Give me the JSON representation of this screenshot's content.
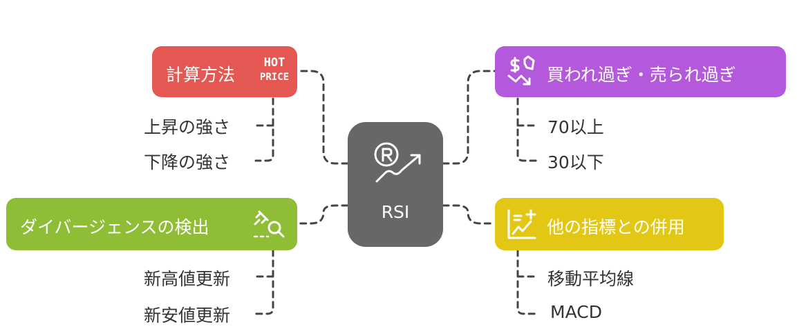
{
  "center": {
    "label": "RSI",
    "icon": "rsi-trend-icon"
  },
  "branches": {
    "calc": {
      "label": "計算方法",
      "color": "#e55753",
      "icon": "hot-price-icon",
      "icon_text": [
        "HOT",
        "PRICE"
      ],
      "items": [
        "上昇の強さ",
        "下降の強さ"
      ]
    },
    "divergence": {
      "label": "ダイバージェンスの検出",
      "color": "#8fbd35",
      "icon": "magnifier-plug-icon",
      "items": [
        "新高値更新",
        "新安値更新"
      ]
    },
    "overbought": {
      "label": "買われ過ぎ・売られ過ぎ",
      "color": "#b458dc",
      "icon": "money-down-icon",
      "items": [
        "70以上",
        "30以下"
      ]
    },
    "combine": {
      "label": "他の指標との併用",
      "color": "#e2c714",
      "icon": "chart-plus-icon",
      "items": [
        "移動平均線",
        "MACD"
      ]
    }
  }
}
